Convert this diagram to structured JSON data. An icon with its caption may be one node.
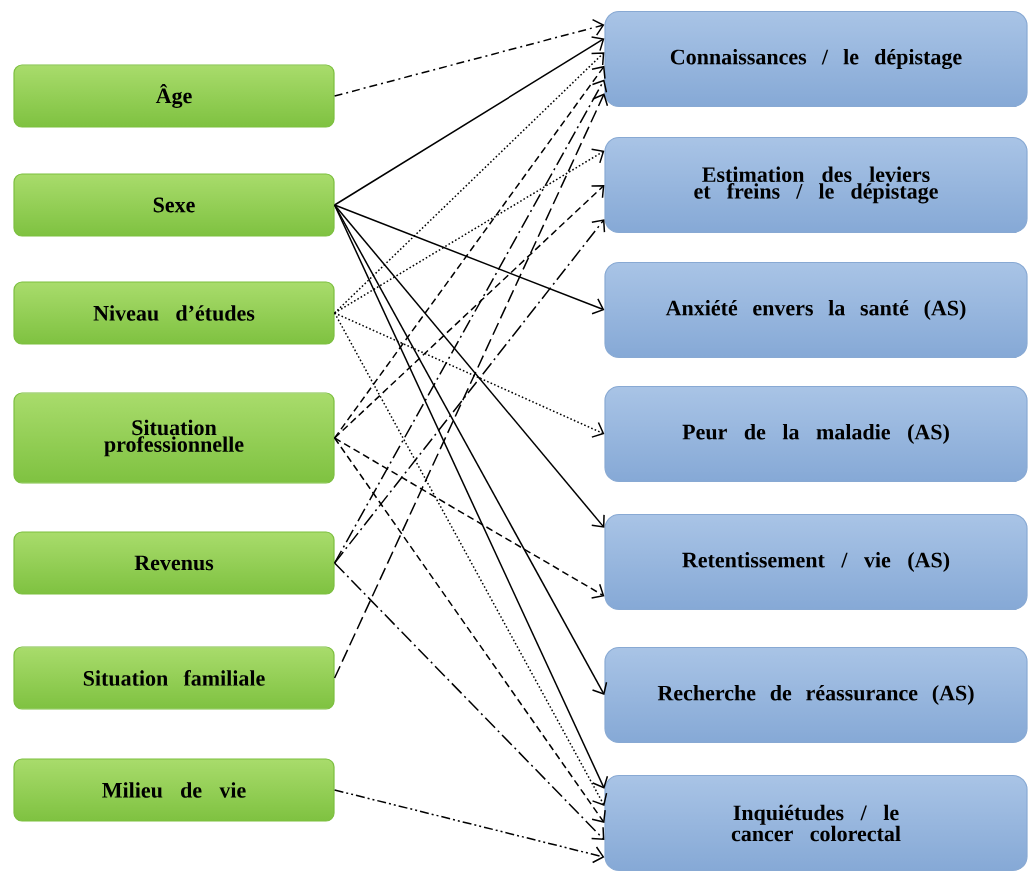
{
  "diagram": {
    "nodes": [
      {
        "text": [
          "Âge"
        ]
      },
      {
        "text": [
          "Sexe"
        ]
      },
      {
        "text": [
          "Niveau d’études"
        ]
      },
      {
        "text": [
          "Situation professionnelle"
        ]
      },
      {
        "text": [
          "Revenus"
        ]
      },
      {
        "text": [
          "Situation familiale"
        ]
      },
      {
        "text": [
          "Milieu de vie"
        ]
      },
      {
        "text": [
          "Connaissances / le dépistage"
        ]
      },
      {
        "text": [
          "Estimation des leviers et freins / le dépistage"
        ]
      },
      {
        "text": [
          "Anxiété envers la santé (AS)"
        ]
      },
      {
        "text": [
          "Peur de la maladie (AS)"
        ]
      },
      {
        "text": [
          "Retentissement / vie (AS)"
        ]
      },
      {
        "text": [
          "Recherche de réassurance (AS)"
        ]
      },
      {
        "text": [
          "Inquiétudes / le cancer colorectal"
        ]
      }
    ],
    "edges": [
      {
        "from": 0,
        "to": 7,
        "arrow": "to",
        "style": "dashed"
      },
      {
        "from": 1,
        "to": 7,
        "arrow": "to"
      },
      {
        "from": 1,
        "to": 9,
        "arrow": "to"
      },
      {
        "from": 1,
        "to": 11,
        "arrow": "to"
      },
      {
        "from": 1,
        "to": 12,
        "arrow": "to"
      },
      {
        "from": 1,
        "to": 13,
        "arrow": "to"
      },
      {
        "from": 2,
        "to": 7,
        "arrow": "to",
        "style": "dashed"
      },
      {
        "from": 2,
        "to": 8,
        "arrow": "to",
        "style": "dashed"
      },
      {
        "from": 2,
        "to": 10,
        "arrow": "to",
        "style": "dashed"
      },
      {
        "from": 2,
        "to": 13,
        "arrow": "to",
        "style": "dashed"
      },
      {
        "from": 3,
        "to": 7,
        "arrow": "to",
        "style": "dashed"
      },
      {
        "from": 3,
        "to": 8,
        "arrow": "to",
        "style": "dashed"
      },
      {
        "from": 3,
        "to": 11,
        "arrow": "to",
        "style": "dashed"
      },
      {
        "from": 3,
        "to": 13,
        "arrow": "to",
        "style": "dashed"
      },
      {
        "from": 4,
        "to": 7,
        "arrow": "to",
        "style": "dashed"
      },
      {
        "from": 4,
        "to": 8,
        "arrow": "to",
        "style": "dashed"
      },
      {
        "from": 4,
        "to": 13,
        "arrow": "to",
        "style": "dashed"
      },
      {
        "from": 5,
        "to": 7,
        "arrow": "to",
        "style": "dashed"
      },
      {
        "from": 6,
        "to": 13,
        "arrow": "to",
        "style": "dashed"
      }
    ]
  }
}
